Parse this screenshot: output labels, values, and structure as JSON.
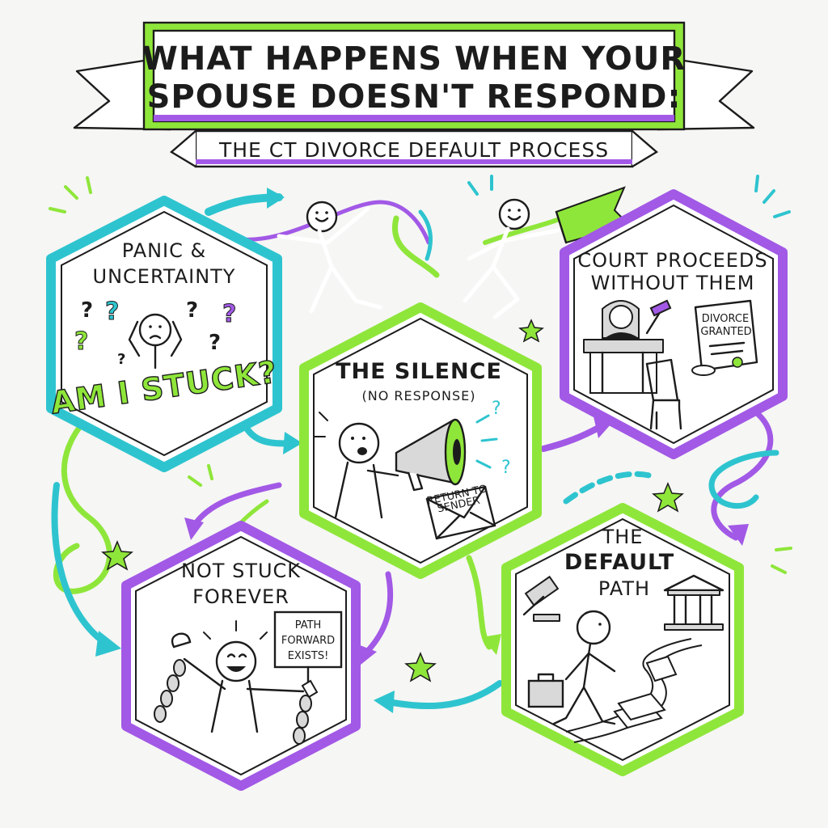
{
  "colors": {
    "green": "#8fe63a",
    "purple": "#a259e6",
    "teal": "#2ec4cf",
    "ink": "#1c1c1c",
    "paper": "#f6f6f4"
  },
  "header": {
    "title_line1": "WHAT HAPPENS WHEN YOUR",
    "title_line2": "SPOUSE DOESN'T RESPOND:",
    "subtitle": "THE CT DIVORCE DEFAULT PROCESS"
  },
  "nodes": {
    "panic": {
      "line1": "PANIC &",
      "line2": "UNCERTAINTY",
      "shout": "AM I STUCK?"
    },
    "silence": {
      "line1": "THE SILENCE",
      "line2": "(NO RESPONSE)",
      "envelope_line1": "RETURN TO",
      "envelope_line2": "SENDER"
    },
    "court": {
      "line1": "COURT PROCEEDS",
      "line2": "WITHOUT THEM",
      "scroll_line1": "DIVORCE",
      "scroll_line2": "GRANTED"
    },
    "not_stuck": {
      "line1": "NOT STUCK",
      "line2": "FOREVER",
      "sign_line1": "PATH",
      "sign_line2": "FORWARD",
      "sign_line3": "EXISTS!"
    },
    "default_path": {
      "line1": "THE",
      "line2": "DEFAULT",
      "line3": "PATH"
    }
  },
  "icons": {
    "question": "question-mark-icon",
    "megaphone": "megaphone-icon",
    "envelope": "envelope-icon",
    "gavel": "gavel-icon",
    "courthouse": "courthouse-icon",
    "briefcase": "briefcase-icon",
    "chain": "broken-chain-icon",
    "star": "star-icon",
    "flag": "flag-icon"
  }
}
